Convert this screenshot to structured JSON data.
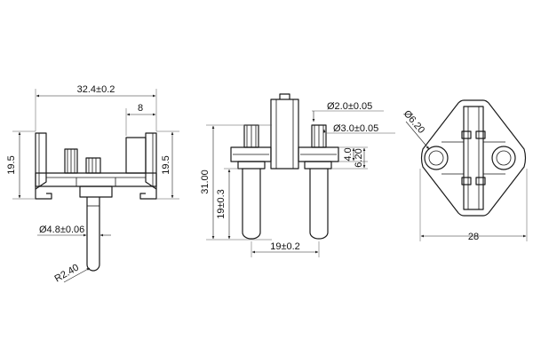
{
  "front_view": {
    "width_dim": "32.4±0.2",
    "top_right_dim": "8",
    "left_height_dim": "19.5",
    "right_height_dim": "19.5",
    "pin_diameter_dim": "Ø4.8±0.06",
    "tip_radius_dim": "R2.40"
  },
  "side_view": {
    "small_diameter_dim": "Ø2.0±0.05",
    "large_diameter_dim": "Ø3.0±0.05",
    "total_height_dim": "31.00",
    "pin_height_dim": "19±0.3",
    "small_step_dim": "4.0",
    "step_dim": "6.20",
    "pin_spacing_dim": "19±0.2"
  },
  "top_view": {
    "hole_diameter_dim": "Ø6.20",
    "width_dim": "28"
  },
  "colors": {
    "line": "#1a1a1a",
    "background": "#ffffff"
  }
}
